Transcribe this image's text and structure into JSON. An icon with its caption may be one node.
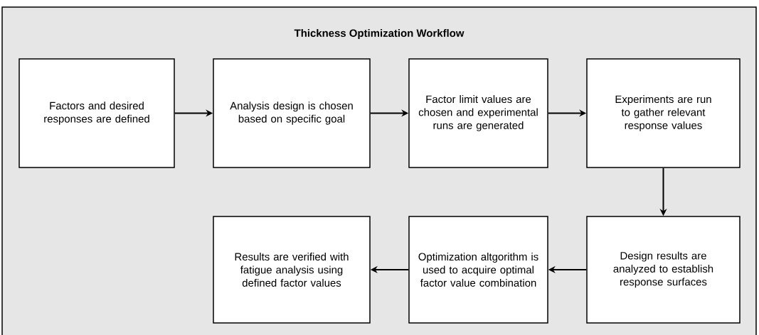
{
  "diagram": {
    "title": "Thickness Optimization Workflow",
    "nodes": [
      {
        "text": [
          "Factors and desired responses are defined"
        ]
      },
      {
        "text": [
          "Analysis design is chosen based on specific goal"
        ]
      },
      {
        "text": [
          "Factor limit values are chosen and experimental runs are generated"
        ]
      },
      {
        "text": [
          "Experiments are run to gather relevant response values"
        ]
      },
      {
        "text": [
          "Design results are analyzed to establish response surfaces"
        ]
      },
      {
        "text": [
          "Optimization altgorithm is used to acquire optimal factor value combination"
        ]
      },
      {
        "text": [
          "Results are verified with fatigue analysis using defined factor values"
        ]
      }
    ],
    "edges": [
      {
        "from": 0,
        "to": 1,
        "arrow": "to"
      },
      {
        "from": 1,
        "to": 2,
        "arrow": "to"
      },
      {
        "from": 2,
        "to": 3,
        "arrow": "to"
      },
      {
        "from": 3,
        "to": 4,
        "arrow": "to"
      },
      {
        "from": 4,
        "to": 5,
        "arrow": "to"
      },
      {
        "from": 5,
        "to": 6,
        "arrow": "to"
      }
    ]
  }
}
